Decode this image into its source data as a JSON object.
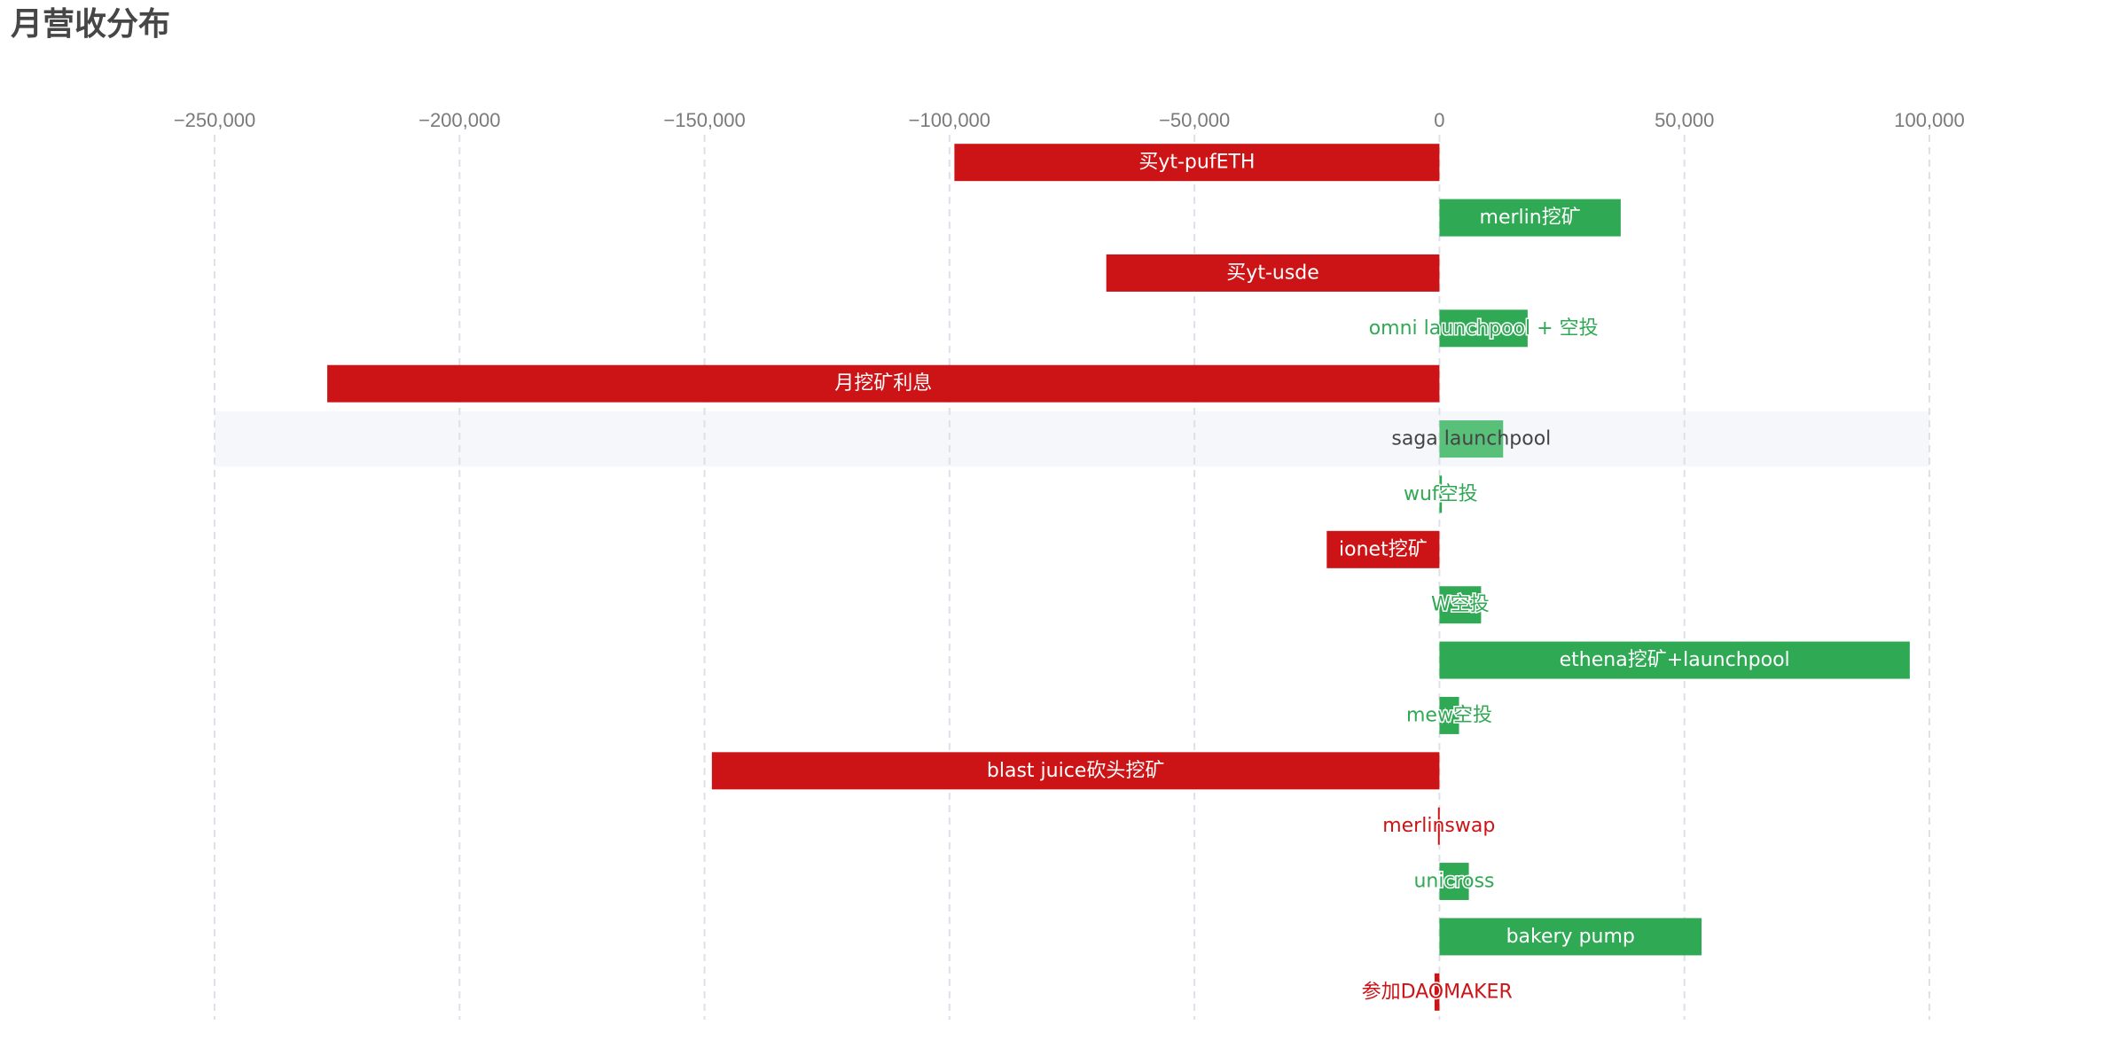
{
  "header": {
    "title": "月营收分布"
  },
  "colors": {
    "positive": "#30a955",
    "negative": "#cc1417",
    "grid": "#dde1ea",
    "highlight_band": "#f5f7fb",
    "highlight_bar": "#59c07a",
    "label_inside": "#ffffff",
    "label_highlight": "#444444"
  },
  "chart_data": {
    "type": "bar",
    "orientation": "horizontal",
    "title": "月营收分布",
    "xlim": [
      -250000,
      100000
    ],
    "x_ticks": [
      -250000,
      -200000,
      -150000,
      -100000,
      -50000,
      0,
      50000,
      100000
    ],
    "x_tick_labels": [
      "−250,000",
      "−200,000",
      "−150,000",
      "−100,000",
      "−50,000",
      "0",
      "50,000",
      "100,000"
    ],
    "x_axis_position": "top",
    "grid": true,
    "highlighted_category": "saga launchpool",
    "categories": [
      "买yt-pufETH",
      "merlin挖矿",
      "买yt-usde",
      "omni launchpool + 空投",
      "月挖矿利息",
      "saga launchpool",
      "wuf空投",
      "ionet挖矿",
      "W空投",
      "ethena挖矿+launchpool",
      "mew空投",
      "blast juice砍头挖矿",
      "merlinswap",
      "unicross",
      "bakery pump",
      "参加DAOMAKER"
    ],
    "values": [
      -99000,
      37000,
      -68000,
      18000,
      -227000,
      13000,
      500,
      -23000,
      8500,
      96000,
      4000,
      -148500,
      -300,
      6000,
      53500,
      -1000
    ]
  }
}
